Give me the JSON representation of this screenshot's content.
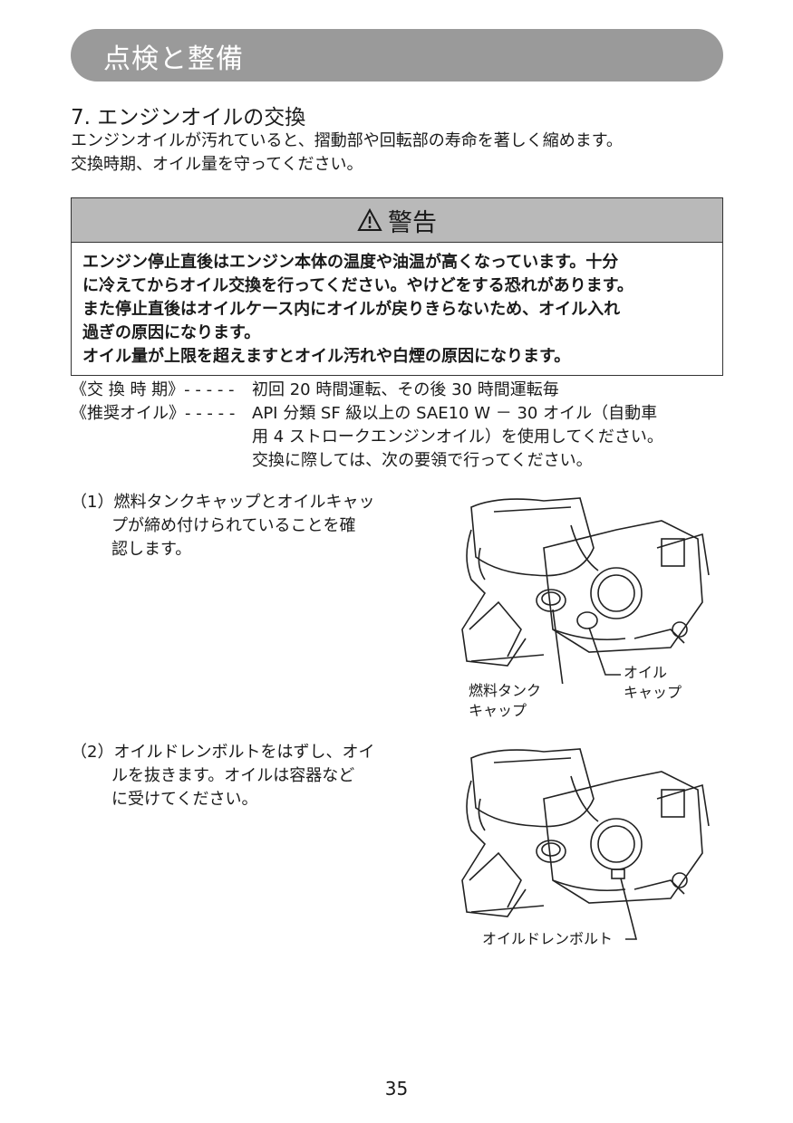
{
  "header": {
    "title": "点検と整備"
  },
  "section": {
    "title": "7. エンジンオイルの交換",
    "intro_lines": [
      "エンジンオイルが汚れていると、摺動部や回転部の寿命を著しく縮めます。",
      "交換時期、オイル量を守ってください。"
    ]
  },
  "warning": {
    "icon": "warning-triangle-icon",
    "title": "警告",
    "lines": [
      "エンジン停止直後はエンジン本体の温度や油温が高くなっています。十分",
      "に冷えてからオイル交換を行ってください。やけどをする恐れがあります。",
      "また停止直後はオイルケース内にオイルが戻りきらないため、オイル入れ",
      "過ぎの原因になります。",
      "オイル量が上限を超えますとオイル汚れや白煙の原因になります。"
    ]
  },
  "specs": {
    "interval": {
      "label": "《交 換 時 期》- - - - -",
      "value": "初回 20 時間運転、その後 30 時間運転毎"
    },
    "oil": {
      "label": "《推奨オイル》- - - - -",
      "lines": [
        "API 分類 SF 級以上の SAE10 W － 30 オイル（自動車",
        "用 4 ストロークエンジンオイル）を使用してください。",
        "交換に際しては、次の要領で行ってください。"
      ]
    }
  },
  "steps": [
    {
      "lines": [
        "（1）燃料タンクキャップとオイルキャッ",
        "プが締め付けられていることを確",
        "認します。"
      ],
      "callouts": {
        "fuel_cap": [
          "燃料タンク",
          "キャップ"
        ],
        "oil_cap": [
          "オイル",
          "キャップ"
        ]
      }
    },
    {
      "lines": [
        "（2）オイルドレンボルトをはずし、オイ",
        "ルを抜きます。オイルは容器など",
        "に受けてください。"
      ],
      "callouts": {
        "drain_bolt": "オイルドレンボルト"
      }
    }
  ],
  "page_number": "35"
}
